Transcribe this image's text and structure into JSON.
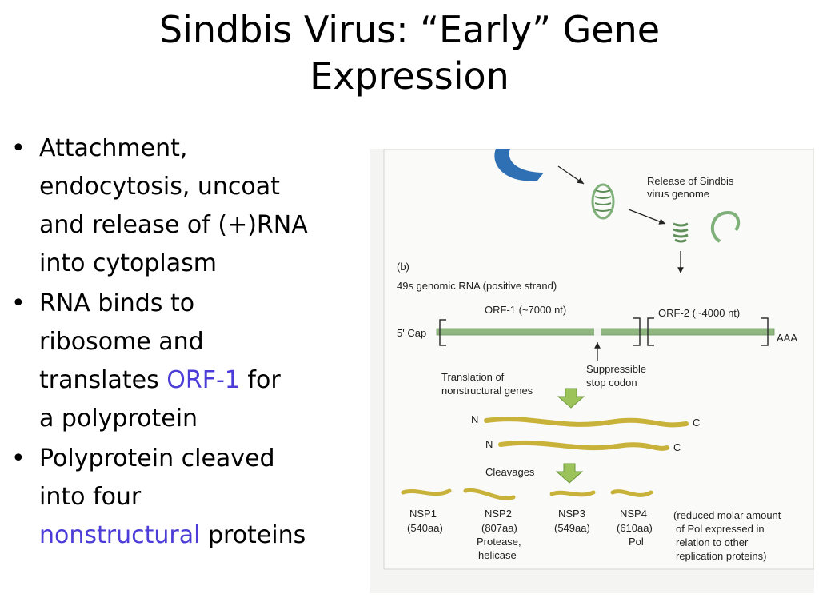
{
  "slide": {
    "title_line1": "Sindbis Virus:  “Early” Gene",
    "title_line2": "Expression"
  },
  "bullets": [
    {
      "lines": [
        "Attachment,",
        "endocytosis, uncoat",
        "and release of (+)RNA",
        "into cytoplasm"
      ]
    },
    {
      "lines": [
        "RNA binds to",
        "ribosome and"
      ],
      "line3_pre": "translates ",
      "line3_accent": "ORF-1",
      "line3_post": " for",
      "line4": "a polyprotein"
    },
    {
      "lines": [
        "Polyprotein cleaved",
        "into four"
      ],
      "line3_accent": "nonstructural",
      "line3_post": " proteins"
    }
  ],
  "figure": {
    "release_label_1": "Release of Sindbis",
    "release_label_2": "virus genome",
    "panel_label": "(b)",
    "rna_label": "49s genomic RNA (positive strand)",
    "orf1_label": "ORF-1 (~7000 nt)",
    "orf2_label": "ORF-2 (~4000 nt)",
    "cap_label": "5' Cap",
    "polya_label": "AAA",
    "translation_label_1": "Translation of",
    "translation_label_2": "nonstructural genes",
    "stop_label_1": "Suppressible",
    "stop_label_2": "stop codon",
    "n_label": "N",
    "c_label": "C",
    "cleavages_label": "Cleavages",
    "proteins": [
      {
        "name": "NSP1",
        "size": "(540aa)",
        "role": ""
      },
      {
        "name": "NSP2",
        "size": "(807aa)",
        "role": "Protease,",
        "role2": "helicase"
      },
      {
        "name": "NSP3",
        "size": "(549aa)",
        "role": ""
      },
      {
        "name": "NSP4",
        "size": "(610aa)",
        "role": "Pol"
      }
    ],
    "note_lines": [
      "(reduced molar amount",
      "of Pol expressed in",
      "relation to other",
      "replication proteins)"
    ],
    "colors": {
      "rna": "#8fb77f",
      "protein": "#c9b23a",
      "arrow": "#9cc25a",
      "membrane": "#2f6fb3"
    }
  }
}
